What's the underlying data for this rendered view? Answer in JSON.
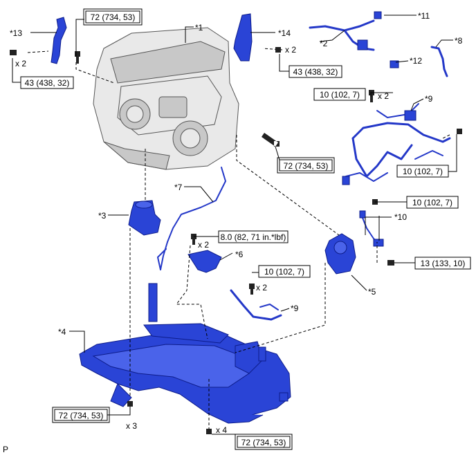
{
  "colors": {
    "part": "#2a44d6",
    "engine": "#e9e9e9",
    "line": "#000000"
  },
  "callouts": {
    "c1": "*1",
    "c2": "*2",
    "c3": "*3",
    "c4": "*4",
    "c5": "*5",
    "c6": "*6",
    "c7": "*7",
    "c8": "*8",
    "c9a": "*9",
    "c9b": "*9",
    "c10": "*10",
    "c11": "*11",
    "c12": "*12",
    "c13": "*13",
    "c14": "*14"
  },
  "torque": {
    "t_top_center": "72 (734, 53)",
    "t_left": "43 (438, 32)",
    "t_mid14": "43 (438, 32)",
    "t_harness_top": "10 (102, 7)",
    "t_harness_right": "10 (102, 7)",
    "t_engine_bolt": "72 (734, 53)",
    "t_bracket10_top": "10 (102, 7)",
    "t_inlbf": "8.0 (82, 71 in.*lbf)",
    "t_mid9": "10 (102, 7)",
    "t_bracket10_bottom": "13 (133, 10)",
    "t_bottom_left": "72 (734, 53)",
    "t_bottom_center": "72 (734, 53)"
  },
  "quantities": {
    "q_left": "x 2",
    "q_mid14": "x 2",
    "q_harness": "x 2",
    "q_inlbf": "x 2",
    "q_mid9": "x 2",
    "q_bl": "x 3",
    "q_bc": "x 4"
  },
  "footer": {
    "code": "P"
  }
}
